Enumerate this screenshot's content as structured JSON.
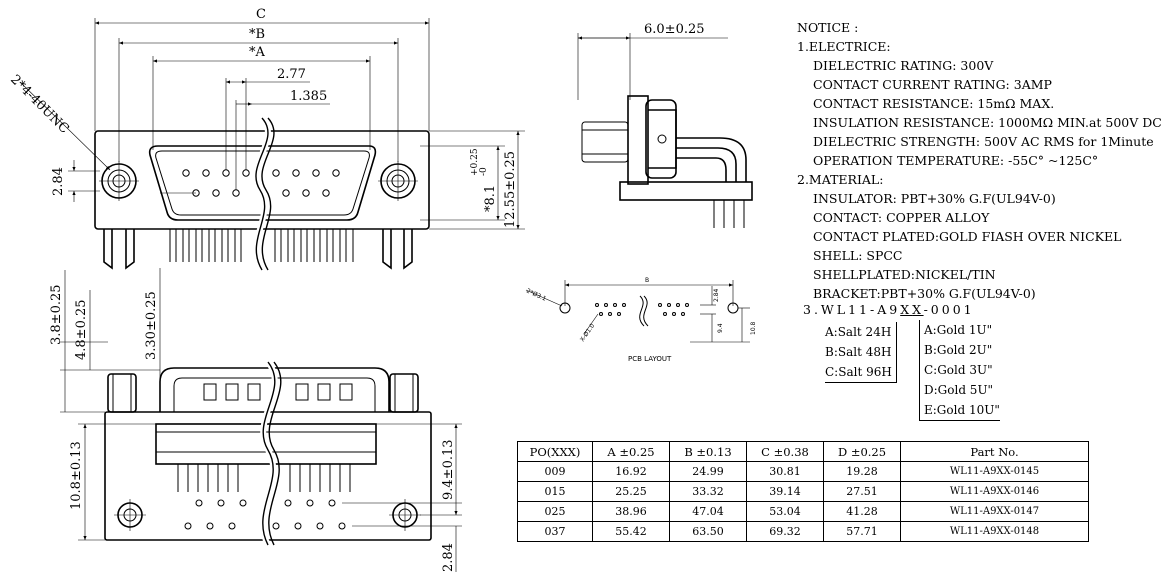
{
  "dimensions": {
    "c": "C",
    "b": "*B",
    "a": "*A",
    "pitch_277": "2.77",
    "pitch_1385": "1.385",
    "screw": "2*4-40UNC",
    "h_284": "2.84",
    "h_81_label": "*8.1",
    "h_81_tol_plus": "+0.25",
    "h_81_tol_minus": "-0",
    "h_1255": "12.55±0.25",
    "h_38": "3.8±0.25",
    "h_48": "4.8±0.25",
    "h_330": "3.30±0.25",
    "h_108": "10.8±0.13",
    "h_94": "9.4±0.13",
    "h_284_bottom": "2.84",
    "side_60": "6.0±0.25"
  },
  "pcb": {
    "title": "PCB LAYOUT",
    "b": "B",
    "screw": "2*Ø3.1",
    "hole": "X-Ø1.0",
    "h_284": "2.84",
    "h_94": "9.4",
    "h_108": "10.8"
  },
  "notice": {
    "title": "NOTICE :",
    "electric_heading": "1.ELECTRICE:",
    "electric": [
      "DIELECTRIC RATING: 300V",
      "CONTACT CURRENT RATING: 3AMP",
      "CONTACT RESISTANCE: 15mΩ MAX.",
      "INSULATION RESISTANCE: 1000MΩ MIN.at 500V DC",
      "DIELECTRIC STRENGTH: 500V AC RMS for 1Minute",
      "OPERATION TEMPERATURE: -55C° ~125C°"
    ],
    "material_heading": "2.MATERIAL:",
    "material": [
      "INSULATOR: PBT+30% G.F(UL94V-0)",
      "CONTACT: COPPER ALLOY",
      "CONTACT PLATED:GOLD FIASH OVER NICKEL",
      "SHELL: SPCC",
      "SHELLPLATED:NICKEL/TIN",
      "BRACKET:PBT+30% G.F(UL94V-0)"
    ]
  },
  "part_code": {
    "prefix": "3.WL11-A9",
    "x1": "X",
    "x2": "X",
    "suffix": "-0001",
    "salt_options": [
      "A:Salt 24H",
      "B:Salt 48H",
      "C:Salt 96H"
    ],
    "gold_options": [
      "A:Gold 1U\"",
      "B:Gold 2U\"",
      "C:Gold 3U\"",
      "D:Gold 5U\"",
      "E:Gold 10U\""
    ]
  },
  "table": {
    "headers": [
      "PO(XXX)",
      "A ±0.25",
      "B ±0.13",
      "C ±0.38",
      "D ±0.25",
      "Part No."
    ],
    "rows": [
      [
        "009",
        "16.92",
        "24.99",
        "30.81",
        "19.28",
        "WL11-A9XX-0145"
      ],
      [
        "015",
        "25.25",
        "33.32",
        "39.14",
        "27.51",
        "WL11-A9XX-0146"
      ],
      [
        "025",
        "38.96",
        "47.04",
        "53.04",
        "41.28",
        "WL11-A9XX-0147"
      ],
      [
        "037",
        "55.42",
        "63.50",
        "69.32",
        "57.71",
        "WL11-A9XX-0148"
      ]
    ]
  }
}
